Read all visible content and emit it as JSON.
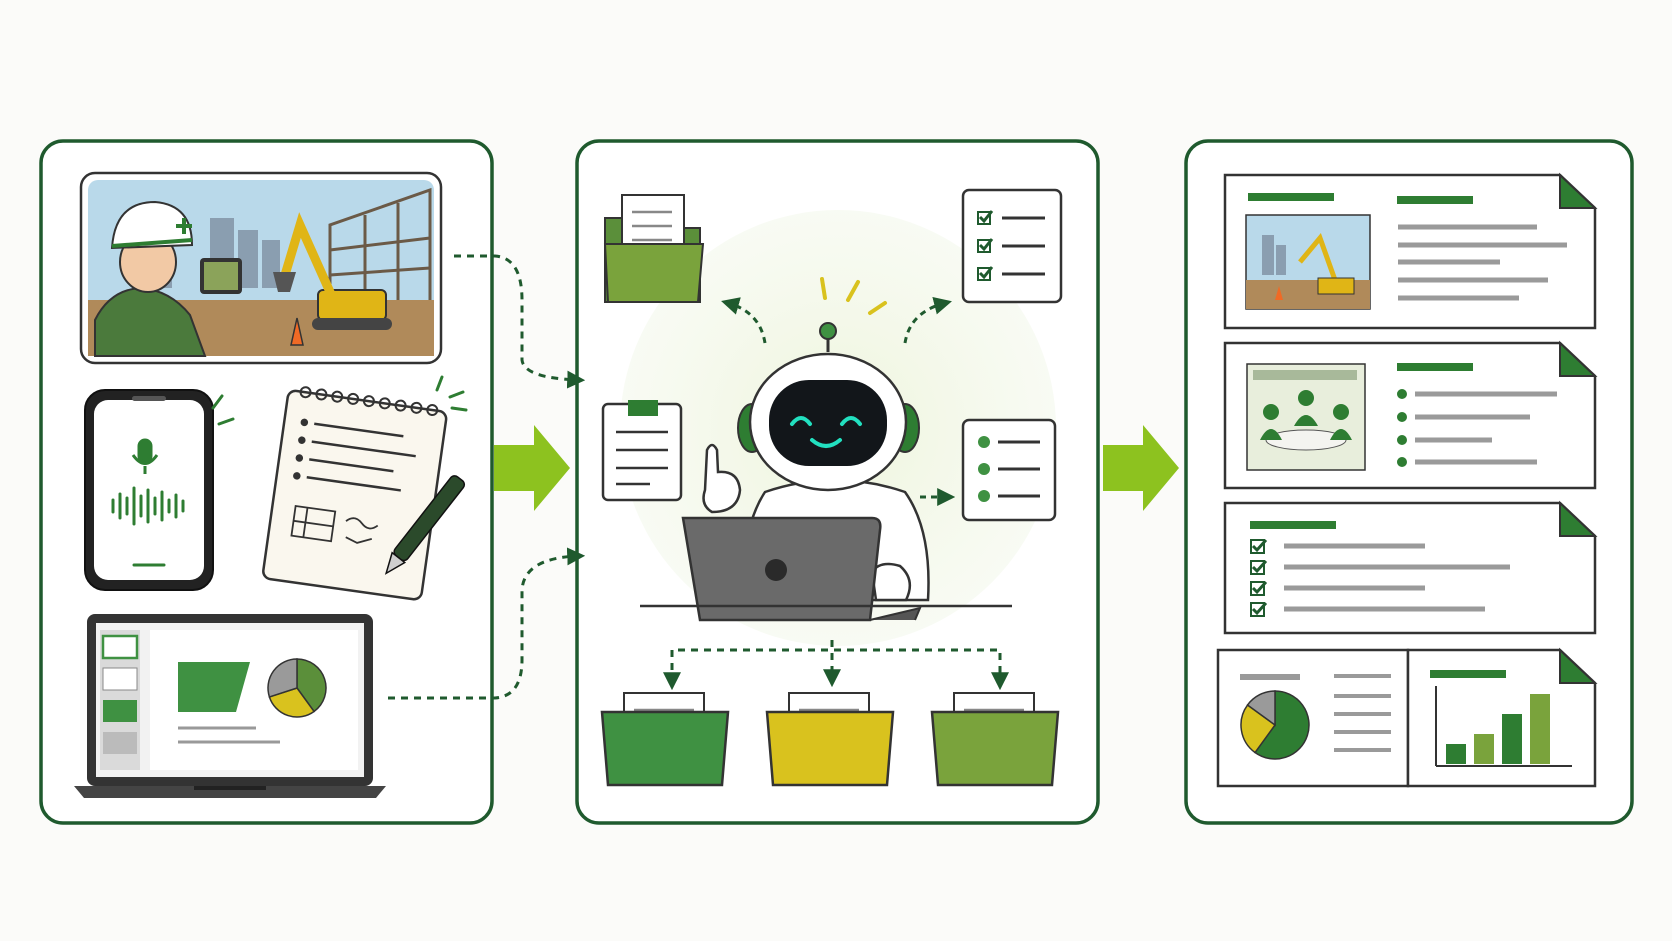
{
  "colors": {
    "frame": "#1f5a2e",
    "dark_green": "#2e7d32",
    "mid_green": "#3f9142",
    "light_green": "#7aa33c",
    "lime_arrow": "#8dc21f",
    "yellow": "#d9c21e",
    "gray": "#9a9a9a",
    "robot_face": "#12161a",
    "robot_eyes": "#22e0c0"
  },
  "panels": [
    {
      "name": "input-panel",
      "items": [
        "construction-site-photo",
        "smartphone-voice-memo",
        "handwritten-notebook",
        "laptop-presentation"
      ]
    },
    {
      "name": "ai-processing-panel",
      "items": [
        "ai-robot-with-laptop",
        "folder",
        "checklist-document",
        "document-with-tab",
        "bullet-list-document",
        "output-trays"
      ]
    },
    {
      "name": "output-panel",
      "items": [
        "photo-report-doc",
        "meeting-minutes-doc",
        "checklist-doc",
        "chart-report-doc"
      ]
    }
  ],
  "flow_arrows": [
    "input-to-processing",
    "processing-to-output"
  ],
  "output_trays": [
    {
      "name": "green-tray",
      "color": "#3f9142"
    },
    {
      "name": "yellow-tray",
      "color": "#d9c21e"
    },
    {
      "name": "olive-tray",
      "color": "#7aa33c"
    }
  ],
  "report_chart": {
    "pie": [
      {
        "name": "slice-green",
        "value": 60,
        "color": "#2e7d32"
      },
      {
        "name": "slice-yellow",
        "value": 25,
        "color": "#d9c21e"
      },
      {
        "name": "slice-gray",
        "value": 15,
        "color": "#9a9a9a"
      }
    ],
    "bars": [
      {
        "name": "bar-1",
        "value": 2,
        "color": "#2e7d32"
      },
      {
        "name": "bar-2",
        "value": 3,
        "color": "#7aa33c"
      },
      {
        "name": "bar-3",
        "value": 5,
        "color": "#2e7d32"
      },
      {
        "name": "bar-4",
        "value": 7,
        "color": "#7aa33c"
      }
    ]
  },
  "laptop_pie": [
    {
      "name": "laptop-slice-green",
      "value": 40,
      "color": "#5b8f3a"
    },
    {
      "name": "laptop-slice-yellow",
      "value": 30,
      "color": "#d9c21e"
    },
    {
      "name": "laptop-slice-gray",
      "value": 30,
      "color": "#9a9a9a"
    }
  ]
}
